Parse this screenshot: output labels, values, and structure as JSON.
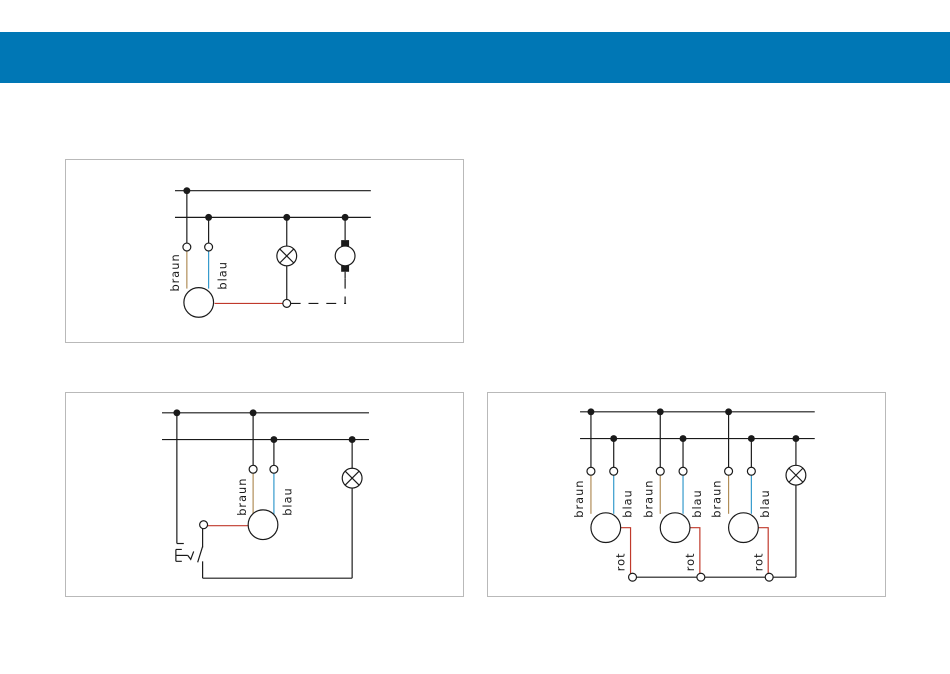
{
  "colors": {
    "header": "#0077b5",
    "line": "#1a1a1a",
    "braun": "#b08d57",
    "blau": "#3399cc",
    "rot": "#c0392b",
    "panel_border": "#b9b9b9"
  },
  "labels": {
    "braun": "braun",
    "blau": "blau",
    "rot": "rot"
  },
  "icons": {
    "lamp": "lamp-icon",
    "motor": "motor-icon",
    "switch": "pushbutton-switch-icon",
    "detector": "detector-icon"
  }
}
